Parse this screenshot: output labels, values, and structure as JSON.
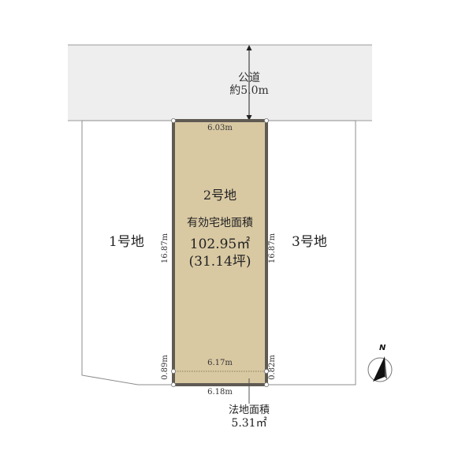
{
  "road": {
    "title": "公道",
    "width": "約5.0m",
    "fill": "#eeeeee"
  },
  "lots": {
    "lot1": {
      "name": "1号地"
    },
    "lot2": {
      "name": "2号地",
      "effective_area_label": "有効宅地面積",
      "area_sqm": "102.95㎡",
      "area_tsubo": "(31.14坪)",
      "fill": "#d9c9a3",
      "border": "#5f5a52"
    },
    "lot3": {
      "name": "3号地"
    }
  },
  "dimensions": {
    "top_frontage": "6.03m",
    "left_side": "16.87m",
    "right_side": "16.87m",
    "setback_width": "6.17m",
    "bottom_width": "6.18m",
    "left_setback_depth": "0.89m",
    "right_setback_depth": "0.82m"
  },
  "setback": {
    "title": "法地面積",
    "area": "5.31㎡"
  },
  "compass": {
    "label": "N"
  }
}
